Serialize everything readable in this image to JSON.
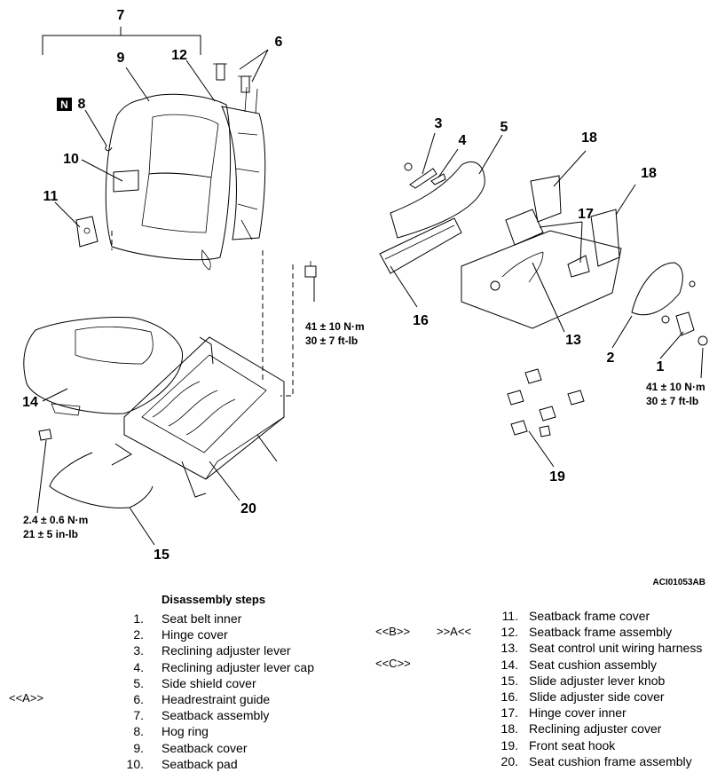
{
  "callouts": {
    "c1": "1",
    "c2": "2",
    "c3": "3",
    "c4": "4",
    "c5": "5",
    "c6": "6",
    "c7": "7",
    "c8": "8",
    "c9": "9",
    "c10": "10",
    "c11": "11",
    "c12": "12",
    "c13": "13",
    "c14": "14",
    "c15": "15",
    "c16": "16",
    "c17": "17",
    "c18a": "18",
    "c18b": "18",
    "c19": "19",
    "c20": "20"
  },
  "n_badge": "N",
  "torques": {
    "upper_nm": "41 ± 10 N·m",
    "upper_ftlb": "30 ± 7 ft-lb",
    "right_nm": "41 ± 10 N·m",
    "right_ftlb": "30 ± 7 ft-lb",
    "knob_nm": "2.4 ± 0.6 N·m",
    "knob_inlb": "21 ± 5 in-lb"
  },
  "figure_id": "ACI01053AB",
  "steps_title": "Disassembly steps",
  "marks": {
    "a_left": "<<A>>",
    "b": "<<B>>",
    "a_right": ">>A<<",
    "c": "<<C>>"
  },
  "steps_left": [
    {
      "n": "1.",
      "label": "Seat belt inner"
    },
    {
      "n": "2.",
      "label": "Hinge cover"
    },
    {
      "n": "3.",
      "label": "Reclining adjuster lever"
    },
    {
      "n": "4.",
      "label": "Reclining adjuster lever cap"
    },
    {
      "n": "5.",
      "label": "Side shield cover"
    },
    {
      "n": "6.",
      "label": "Headrestraint guide"
    },
    {
      "n": "7.",
      "label": "Seatback assembly"
    },
    {
      "n": "8.",
      "label": "Hog ring"
    },
    {
      "n": "9.",
      "label": "Seatback cover"
    },
    {
      "n": "10.",
      "label": "Seatback pad"
    }
  ],
  "steps_right": [
    {
      "n": "11.",
      "label": "Seatback frame cover"
    },
    {
      "n": "12.",
      "label": "Seatback frame assembly"
    },
    {
      "n": "13.",
      "label": "Seat control unit wiring harness"
    },
    {
      "n": "14.",
      "label": "Seat cushion assembly"
    },
    {
      "n": "15.",
      "label": "Slide adjuster lever knob"
    },
    {
      "n": "16.",
      "label": "Slide adjuster side cover"
    },
    {
      "n": "17.",
      "label": "Hinge cover inner"
    },
    {
      "n": "18.",
      "label": "Reclining adjuster cover"
    },
    {
      "n": "19.",
      "label": "Front seat hook"
    },
    {
      "n": "20.",
      "label": "Seat cushion frame assembly"
    }
  ]
}
